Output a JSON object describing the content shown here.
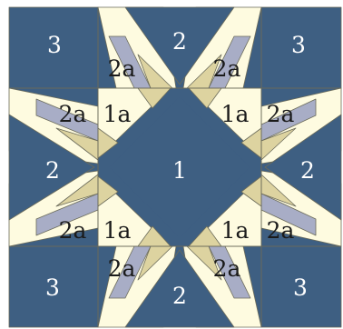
{
  "colors": {
    "navy": "#3e5f82",
    "cream": "#fefbe0",
    "lavender": "#a8adc6",
    "tan": "#ddd3a0",
    "seam": "#6b6b5a",
    "text_light": "#ffffff",
    "text_dark": "#1b1b1b"
  },
  "labels": {
    "corner": "3",
    "side": "2",
    "side_piece": "2a",
    "center": "1",
    "center_piece": "1a"
  }
}
